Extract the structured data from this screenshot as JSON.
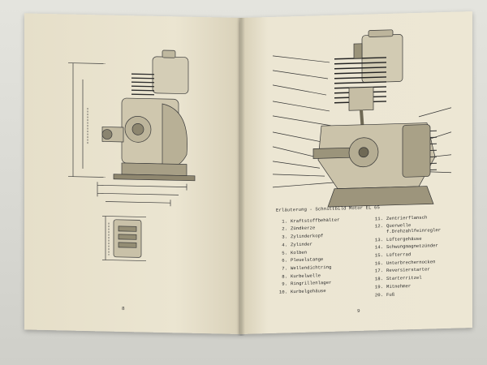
{
  "left_page": {
    "page_number": "8"
  },
  "right_page": {
    "page_number": "9",
    "legend_title": "Erläuterung - Schnittbild Motor EL 65",
    "legend_left": [
      {
        "num": "1.",
        "label": "Kraftstoffbehälter"
      },
      {
        "num": "2.",
        "label": "Zündkerze"
      },
      {
        "num": "3.",
        "label": "Zylinderkopf"
      },
      {
        "num": "4.",
        "label": "Zylinder"
      },
      {
        "num": "5.",
        "label": "Kolben"
      },
      {
        "num": "6.",
        "label": "Pleuelstange"
      },
      {
        "num": "7.",
        "label": "Wellendichtring"
      },
      {
        "num": "8.",
        "label": "Kurbelwelle"
      },
      {
        "num": "9.",
        "label": "Ringrillenlager"
      },
      {
        "num": "10.",
        "label": "Kurbelgehäuse"
      }
    ],
    "legend_right": [
      {
        "num": "11.",
        "label": "Zentrierflansch"
      },
      {
        "num": "12.",
        "label": "Querwelle f.Drehzahlfeinregler"
      },
      {
        "num": "13.",
        "label": "Lüftergehäuse"
      },
      {
        "num": "14.",
        "label": "Schwungmagnetzünder"
      },
      {
        "num": "15.",
        "label": "Lüfterrad"
      },
      {
        "num": "16.",
        "label": "Unterbrechernocken"
      },
      {
        "num": "17.",
        "label": "Reversierstarter"
      },
      {
        "num": "18.",
        "label": "Starterritzel"
      },
      {
        "num": "19.",
        "label": "Mitnehmer"
      },
      {
        "num": "20.",
        "label": "Fuß"
      }
    ]
  }
}
